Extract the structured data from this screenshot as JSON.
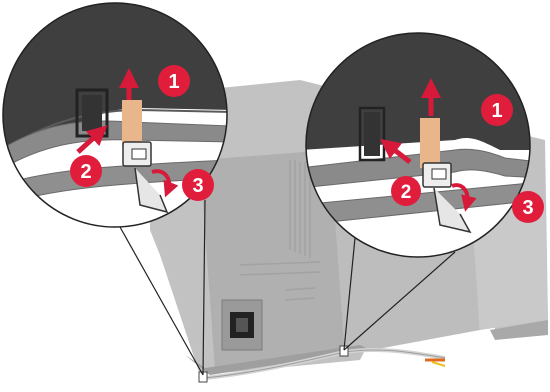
{
  "callouts": {
    "left": {
      "step_1": "1",
      "step_2": "2",
      "step_3": "3"
    },
    "right": {
      "step_1": "1",
      "step_2": "2",
      "step_3": "3"
    }
  },
  "colors": {
    "callout_red": "#e01e3c",
    "arrow_red": "#d7193a",
    "printer_gray": "#b9b9b9",
    "panel_dark": "#3f3f3f",
    "rail_gray": "#8a8a8a",
    "tape_tan": "#e9b58a"
  }
}
